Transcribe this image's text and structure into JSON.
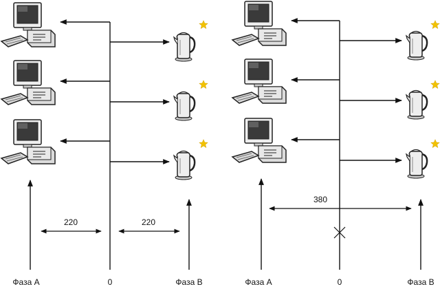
{
  "labels": {
    "left_phase_a": "Фаза А",
    "left_zero": "0",
    "left_phase_b": "Фаза В",
    "right_phase_a": "Фаза А",
    "right_zero": "0",
    "right_phase_b": "Фаза В",
    "left_voltage_a": "220",
    "left_voltage_b": "220",
    "right_voltage": "380"
  },
  "icons": {
    "computer": "desktop-computer-icon",
    "kettle": "electric-kettle-icon",
    "star": "star-icon",
    "break": "cross-mark-icon"
  },
  "colors": {
    "line": "#111111",
    "star": "#f2c200",
    "monitor_body": "#dddddd",
    "kettle_body": "#eeeeee"
  }
}
